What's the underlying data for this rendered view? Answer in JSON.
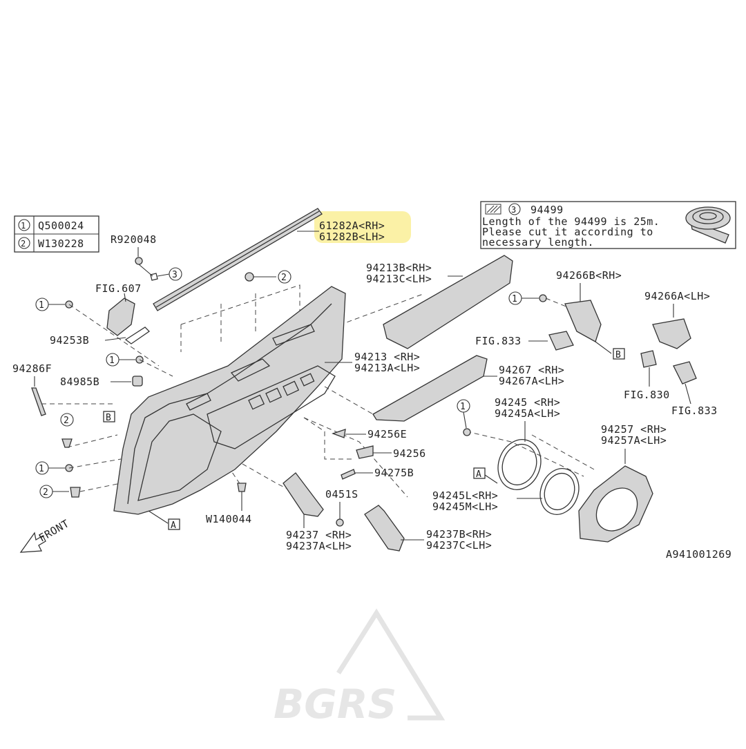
{
  "legend_table": {
    "rows": [
      {
        "num": "1",
        "part": "Q500024"
      },
      {
        "num": "2",
        "part": "W130228"
      }
    ]
  },
  "note": {
    "marker": "3",
    "part": "94499",
    "lines": [
      "Length of the 94499 is 25m.",
      "Please cut it according to",
      "necessary length."
    ]
  },
  "labels": {
    "weatherstrip_rh": "61282A<RH>",
    "weatherstrip_lh": "61282B<LH>",
    "r920048": "R920048",
    "fig607": "FIG.607",
    "p94253b": "94253B",
    "p94286f": "94286F",
    "p84985b": "84985B",
    "trim_upper_rh": "94213B<RH>",
    "trim_upper_lh": "94213C<LH>",
    "trim_panel_rh": "94213 <RH>",
    "trim_panel_lh": "94213A<LH>",
    "armrest_rh": "94267 <RH>",
    "armrest_lh": "94267A<LH>",
    "bracket_b_rh": "94266B<RH>",
    "bracket_a_lh": "94266A<LH>",
    "fig833_a": "FIG.833",
    "fig830": "FIG.830",
    "fig833_b": "FIG.833",
    "speaker_rh": "94245 <RH>",
    "speaker_lh": "94245A<LH>",
    "spacer_rh": "94245L<RH>",
    "spacer_lh": "94245M<LH>",
    "grille_rh": "94257 <RH>",
    "grille_lh": "94257A<LH>",
    "clip_94256e": "94256E",
    "clip_94256": "94256",
    "clip_94275b": "94275B",
    "screw_0451s": "0451S",
    "w140044": "W140044",
    "handle_bracket_rh": "94237 <RH>",
    "handle_bracket_lh": "94237A<LH>",
    "cover_rh": "94237B<RH>",
    "cover_lh": "94237C<LH>",
    "front": "FRONT",
    "ref_a": "A",
    "ref_b": "B",
    "callout_1": "1",
    "callout_2": "2",
    "callout_3": "3",
    "diagram_id": "A941001269"
  },
  "watermark": "BGRS",
  "highlight_color": "#fbf1a6"
}
